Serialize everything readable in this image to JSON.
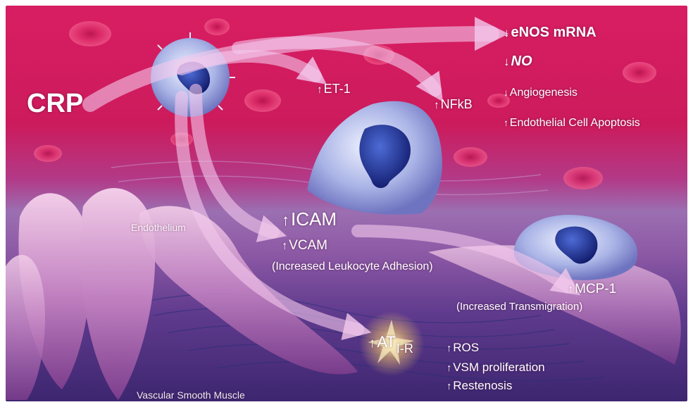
{
  "colors": {
    "vessel_red": "#d81e62",
    "tissue_purple": "#8e5aa6",
    "muscle_violet": "#3d2670",
    "pathway_arrow": "#f3c8ec",
    "label_text": "#ffffff"
  },
  "icons": {
    "up": "↑",
    "down": "↓"
  },
  "labels": {
    "crp": "CRP",
    "enos_mrna": "eNOS mRNA",
    "no": "NO",
    "angiogenesis": "Angiogenesis",
    "apoptosis": "Endothelial Cell Apoptosis",
    "et1": "ET-1",
    "nfkb": "NFkB",
    "endothelium": "Endothelium",
    "icam": "ICAM",
    "vcam": "VCAM",
    "leukocyte_adhesion": "(Increased Leukocyte Adhesion)",
    "mcp1": "MCP-1",
    "transmigration": "(Increased Transmigration)",
    "at_main": "AT",
    "at_sub": "I-R",
    "ros": "ROS",
    "vsm_proliferation": "VSM proliferation",
    "restenosis": "Restenosis",
    "vascular_smooth_muscle": "Vascular Smooth Muscle"
  }
}
